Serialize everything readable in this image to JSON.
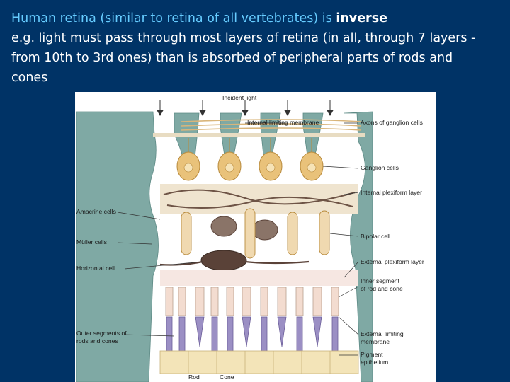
{
  "heading": {
    "line1_pre": "Human retina (similar to retina of all vertebrates) is ",
    "line1_bold": "inverse",
    "line2": "e.g. light must pass through most layers of retina (in all, through 7 layers -",
    "line3": "from 10th to 3rd ones) than is absorbed of peripheral parts of rods and",
    "line4": "cones"
  },
  "diagram": {
    "top_label": "Incident light",
    "labels": {
      "internal_limiting_membrane": "Internal limiting membrane",
      "axons_of_ganglion_cells": "Axons of ganglion cells",
      "ganglion_cells": "Ganglion cells",
      "internal_plexiform_layer": "Internal plexiform layer",
      "amacrine_cells": "Amacrine cells",
      "muller_cells": "Müller cells",
      "bipolar_cell": "Bipolar cell",
      "horizontal_cell": "Horizontal cell",
      "external_plexiform_layer": "External plexiform layer",
      "inner_segment_1": "Inner segment",
      "inner_segment_2": "of rod and cone",
      "outer_segments_1": "Outer segments of",
      "outer_segments_2": "rods and cones",
      "external_limiting_1": "External limiting",
      "external_limiting_2": "membrane",
      "pigment_1": "Pigment",
      "pigment_2": "epithelium",
      "rod": "Rod",
      "cone": "Cone"
    },
    "colors": {
      "muller": "#7fa9a4",
      "ganglion": "#e9c27a",
      "bipolar": "#f0d9b0",
      "amacrine": "#8a7468",
      "horizontal": "#5a4238",
      "rod": "#9b8fc4",
      "pigment": "#f3e4b8"
    }
  }
}
